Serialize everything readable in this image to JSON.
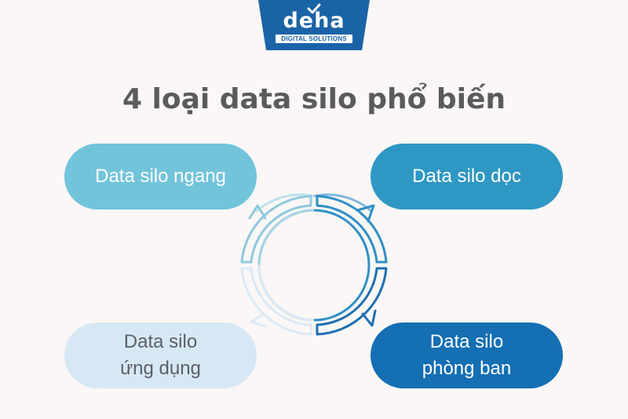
{
  "logo": {
    "word": "deha",
    "subtitle": "DIGITAL SOLUTIONS"
  },
  "title": "4 loại data silo phổ biến",
  "silos": {
    "top_left": {
      "line1": "Data silo ngang",
      "line2": ""
    },
    "top_right": {
      "line1": "Data silo dọc",
      "line2": ""
    },
    "bottom_left": {
      "line1": "Data silo",
      "line2": "ứng dụng"
    },
    "bottom_right": {
      "line1": "Data silo",
      "line2": "phòng ban"
    }
  },
  "colors": {
    "brand_blue": "#1a63a6",
    "ngang": "#72c4db",
    "doc": "#2f97c3",
    "ung_dung": "#d7e8f5",
    "phong_ban": "#156fb3",
    "arc_top_left": "#8fc9dd",
    "arc_top_right": "#2f8fc6",
    "arc_bottom_right": "#1f6fb1",
    "arc_bottom_left": "#dbe9f5"
  }
}
